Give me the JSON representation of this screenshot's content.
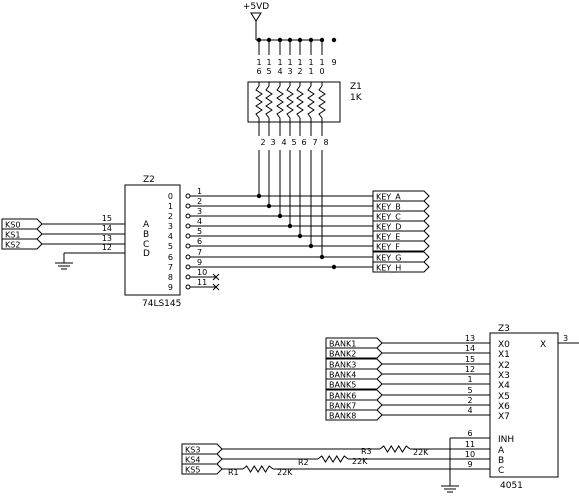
{
  "power": {
    "label": "+5VD"
  },
  "z1": {
    "ref": "Z1",
    "value": "1K",
    "top_pins": [
      "16",
      "15",
      "14",
      "13",
      "12",
      "11",
      "10",
      "9"
    ],
    "bottom_pins": [
      "2",
      "3",
      "4",
      "5",
      "6",
      "7",
      "8"
    ]
  },
  "z2": {
    "ref": "Z2",
    "part": "74LS145",
    "inputs": [
      {
        "signal": "KS0",
        "pin": "15",
        "label": "A"
      },
      {
        "signal": "KS1",
        "pin": "14",
        "label": "B"
      },
      {
        "signal": "KS2",
        "pin": "13",
        "label": "C"
      },
      {
        "signal": "",
        "pin": "12",
        "label": "D"
      }
    ],
    "outputs": [
      {
        "label": "0",
        "pin": "1",
        "net": "KEY_A"
      },
      {
        "label": "1",
        "pin": "2",
        "net": "KEY_B"
      },
      {
        "label": "2",
        "pin": "3",
        "net": "KEY_C"
      },
      {
        "label": "3",
        "pin": "4",
        "net": "KEY_D"
      },
      {
        "label": "4",
        "pin": "5",
        "net": "KEY_E"
      },
      {
        "label": "5",
        "pin": "6",
        "net": "KEY_F"
      },
      {
        "label": "6",
        "pin": "7",
        "net": "KEY_G"
      },
      {
        "label": "7",
        "pin": "9",
        "net": "KEY_H"
      },
      {
        "label": "8",
        "pin": "10",
        "net": ""
      },
      {
        "label": "9",
        "pin": "11",
        "net": ""
      }
    ]
  },
  "z3": {
    "ref": "Z3",
    "part": "4051",
    "out": {
      "label": "X",
      "pin": "3"
    },
    "inputs": [
      {
        "signal": "BANK1",
        "pin": "13",
        "label": "X0"
      },
      {
        "signal": "BANK2",
        "pin": "14",
        "label": "X1"
      },
      {
        "signal": "BANK3",
        "pin": "15",
        "label": "X2"
      },
      {
        "signal": "BANK4",
        "pin": "12",
        "label": "X3"
      },
      {
        "signal": "BANK5",
        "pin": "1",
        "label": "X4"
      },
      {
        "signal": "BANK6",
        "pin": "5",
        "label": "X5"
      },
      {
        "signal": "BANK7",
        "pin": "2",
        "label": "X6"
      },
      {
        "signal": "BANK8",
        "pin": "4",
        "label": "X7"
      }
    ],
    "control": [
      {
        "signal": "",
        "pin": "6",
        "label": "INH"
      },
      {
        "signal": "KS3",
        "pin": "11",
        "label": "A"
      },
      {
        "signal": "KS4",
        "pin": "10",
        "label": "B"
      },
      {
        "signal": "KS5",
        "pin": "9",
        "label": "C"
      }
    ],
    "resistors": [
      {
        "ref": "R3",
        "value": "22K"
      },
      {
        "ref": "R2",
        "value": "22K"
      },
      {
        "ref": "R1",
        "value": "22K"
      }
    ]
  }
}
